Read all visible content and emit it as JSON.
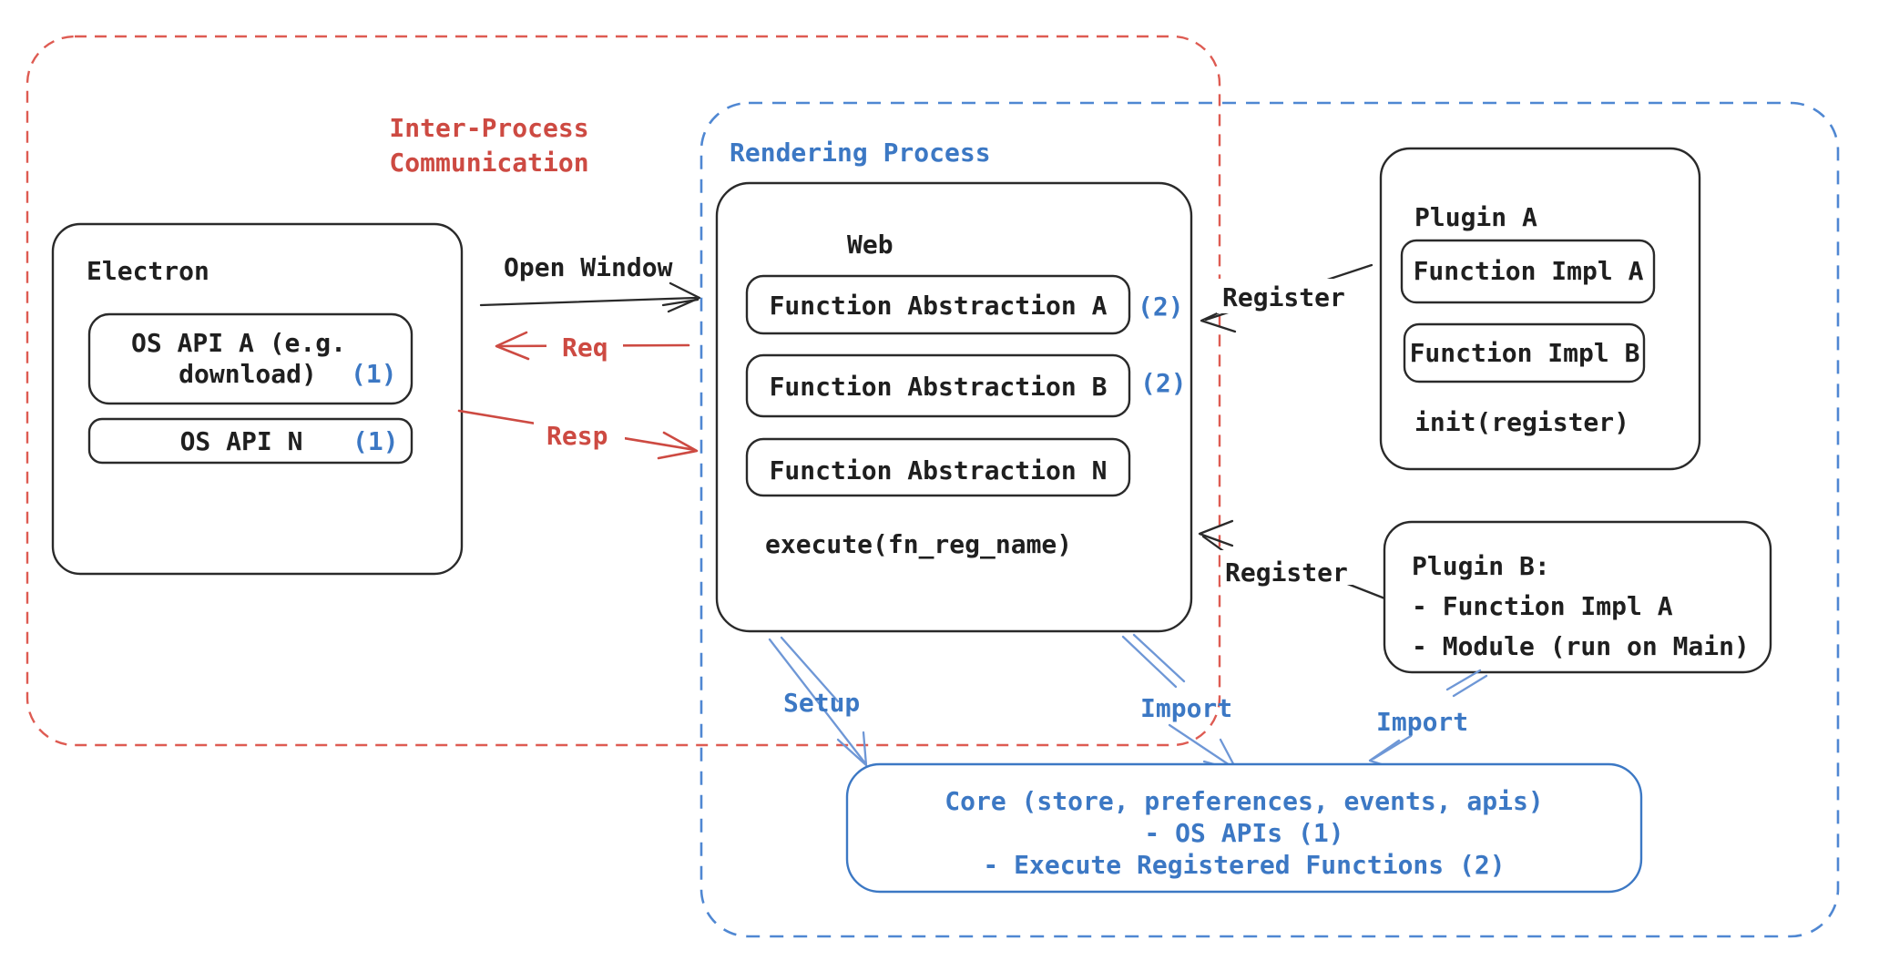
{
  "colors": {
    "ink_black": "#1f1f1f",
    "accent_red": "#cd4a42",
    "accent_blue": "#3c78c4",
    "dashed_red": "#de5b52",
    "dashed_blue": "#4f87d2",
    "arrow_blue": "#6e97d6"
  },
  "ipc": {
    "label_line1": "Inter-Process",
    "label_line2": "Communication"
  },
  "rendering": {
    "label": "Rendering Process"
  },
  "electron": {
    "title": "Electron",
    "os_api_a_line1": "OS API A (e.g.",
    "os_api_a_line2": "download)",
    "os_api_a_ref": "(1)",
    "os_api_n": "OS API N",
    "os_api_n_ref": "(1)"
  },
  "arrows": {
    "open_window": "Open Window",
    "req": "Req",
    "resp": "Resp",
    "register_top": "Register",
    "register_bottom": "Register",
    "setup": "Setup",
    "import_mid": "Import",
    "import_right": "Import"
  },
  "web": {
    "title": "Web",
    "fa_a": "Function Abstraction A",
    "fa_a_ref": "(2)",
    "fa_b": "Function Abstraction B",
    "fa_b_ref": "(2)",
    "fa_n": "Function Abstraction N",
    "execute": "execute(fn_reg_name)"
  },
  "plugin_a": {
    "title": "Plugin A",
    "impl_a": "Function Impl A",
    "impl_b": "Function Impl B",
    "init": "init(register)"
  },
  "plugin_b": {
    "line1": "Plugin B:",
    "line2": "- Function Impl A",
    "line3": "- Module (run on Main)"
  },
  "core": {
    "line1": "Core (store, preferences, events, apis)",
    "line2": "- OS APIs (1)",
    "line3": "- Execute Registered Functions (2)"
  }
}
